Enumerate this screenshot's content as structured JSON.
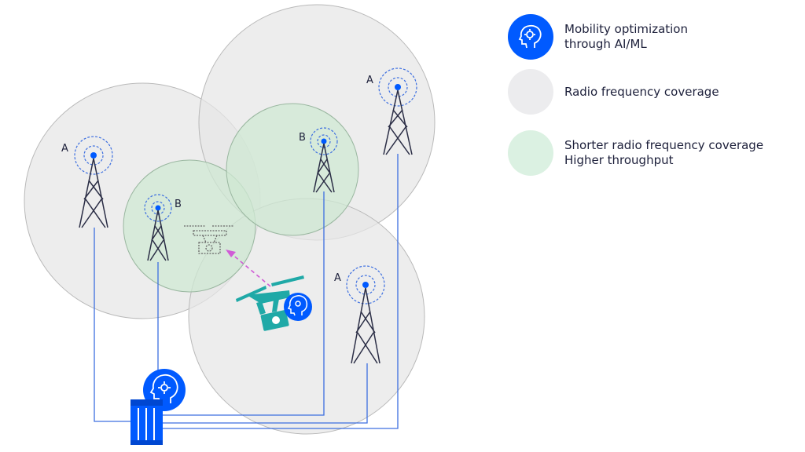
{
  "legend": {
    "ai": {
      "line1": "Mobility optimization",
      "line2": "through AI/ML",
      "icon": "ai-head-icon"
    },
    "rf": {
      "line1": "Radio frequency coverage"
    },
    "short": {
      "line1": "Shorter radio frequency coverage",
      "line2": "Higher throughput"
    }
  },
  "towers": {
    "a1": "A",
    "a2": "A",
    "a3": "A",
    "b1": "B",
    "b2": "B"
  },
  "colors": {
    "accent": "#005aff",
    "coverage": "#e8e8e8",
    "short_coverage": "#d6ecd9",
    "drone": "#1fa9a7",
    "arrow": "#d05bd6",
    "line": "#3d6fe0"
  }
}
